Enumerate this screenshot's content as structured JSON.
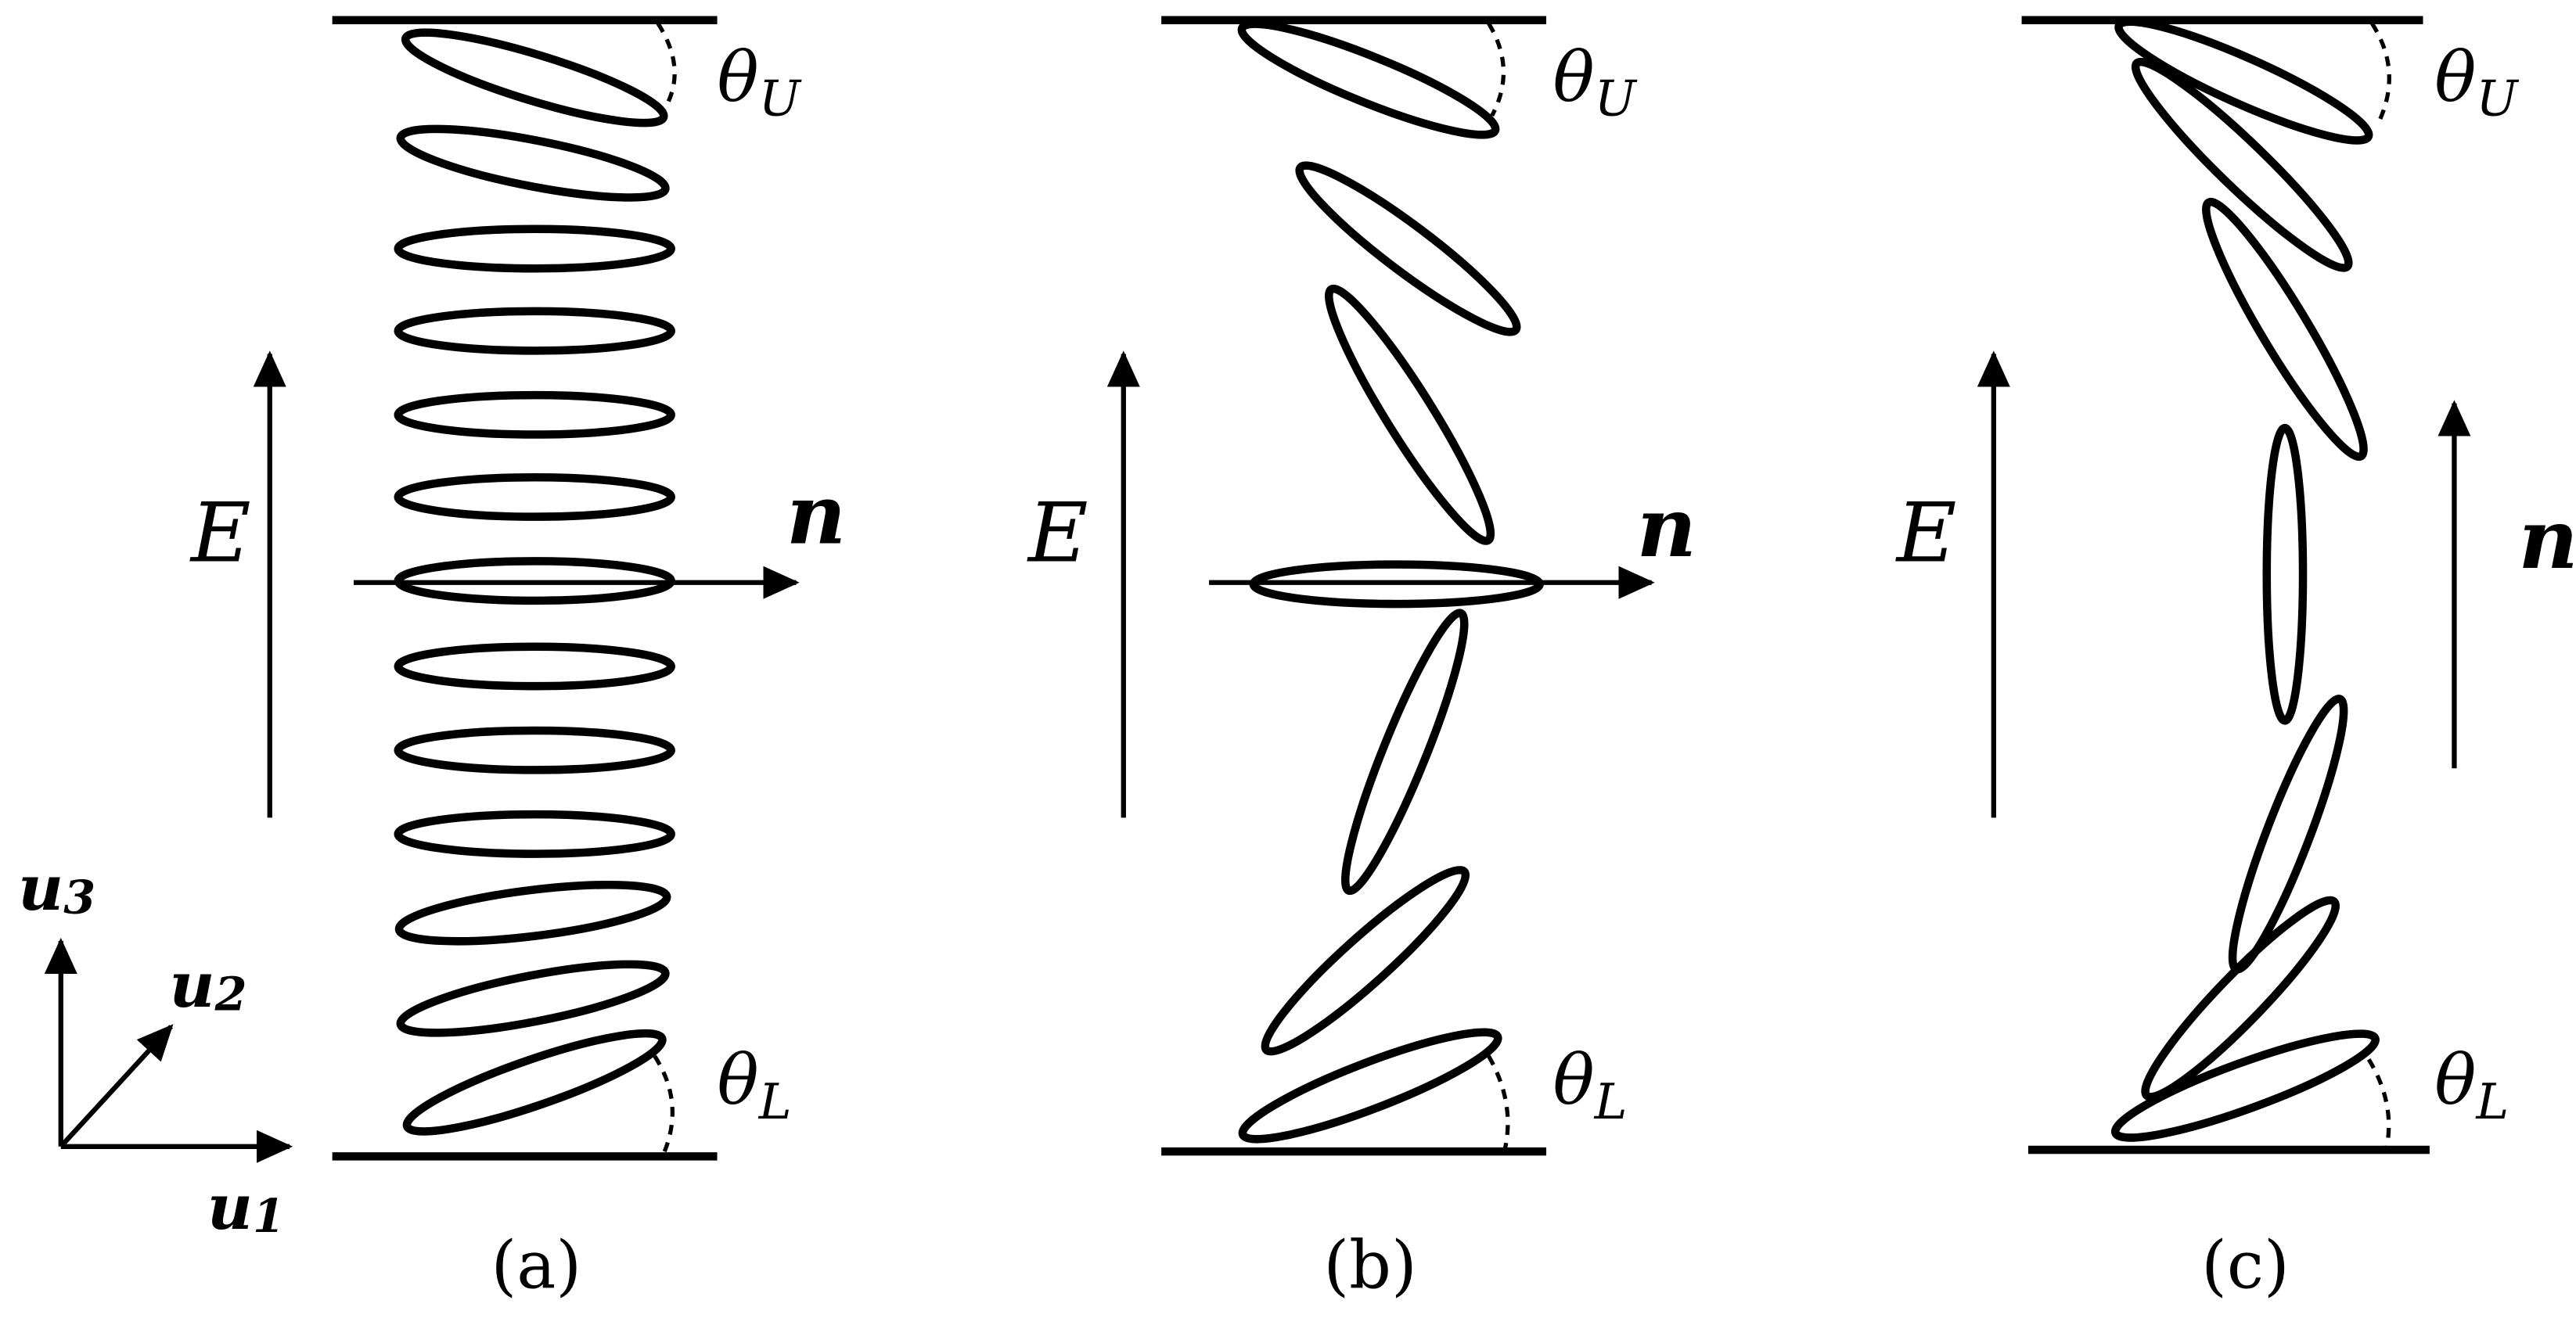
{
  "panels": [
    {
      "caption": "(a)",
      "field_label": "E",
      "director_label": "n",
      "upper_angle_label": {
        "symbol": "θ",
        "subscript": "U"
      },
      "lower_angle_label": {
        "symbol": "θ",
        "subscript": "L"
      }
    },
    {
      "caption": "(b)",
      "field_label": "E",
      "director_label": "n",
      "upper_angle_label": {
        "symbol": "θ",
        "subscript": "U"
      },
      "lower_angle_label": {
        "symbol": "θ",
        "subscript": "L"
      }
    },
    {
      "caption": "(c)",
      "field_label": "E",
      "director_label": "n",
      "upper_angle_label": {
        "symbol": "θ",
        "subscript": "U"
      },
      "lower_angle_label": {
        "symbol": "θ",
        "subscript": "L"
      }
    }
  ],
  "axes": {
    "u1": {
      "symbol": "u",
      "index": "1"
    },
    "u2": {
      "symbol": "u",
      "index": "2"
    },
    "u3": {
      "symbol": "u",
      "index": "3"
    }
  }
}
